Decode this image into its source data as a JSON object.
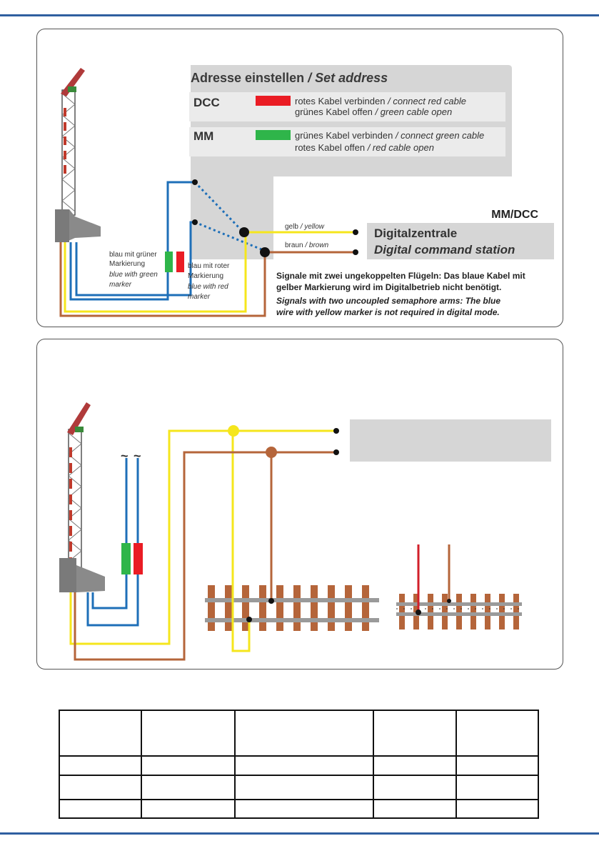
{
  "set_address": {
    "title": "Adresse einstellen",
    "title_en": "/ Set address",
    "dcc": {
      "label": "DCC",
      "line1": "rotes Kabel verbinden",
      "line1_en": "/ connect red cable",
      "line2": "grünes Kabel offen",
      "line2_en": "/ green cable open",
      "swatch_color": "#ea1c24"
    },
    "mm": {
      "label": "MM",
      "line1": "grünes Kabel verbinden",
      "line1_en": "/ connect green cable",
      "line2": "rotes Kabel offen",
      "line2_en": "/ red cable open",
      "swatch_color": "#2fb54a"
    }
  },
  "station": {
    "header": "MM/DCC",
    "name_de": "Digitalzentrale",
    "name_en": "Digital command station"
  },
  "wires": {
    "yellow_de": "gelb",
    "yellow_en": "/ yellow",
    "brown_de": "braun",
    "brown_en": "/ brown",
    "green_marker": [
      "blau mit grüner",
      "Markierung",
      "blue with green",
      "marker"
    ],
    "red_marker": [
      "blau mit roter",
      "Markierung",
      "blue with red",
      "marker"
    ]
  },
  "note": {
    "de_1": "Signale mit zwei ungekoppelten Flügeln: Das blaue Kabel mit",
    "de_2": "gelber Markierung wird im Digitalbetrieb nicht benötigt.",
    "en_1": "Signals with two uncoupled semaphore arms: The blue",
    "en_2": "wire with yellow marker is not required in digital mode."
  },
  "analog": {
    "ac_symbol_1": "~",
    "ac_symbol_2": "~"
  },
  "colors": {
    "blue_wire": "#1e6fb8",
    "yellow_wire": "#f5e61c",
    "brown_wire": "#b5653a",
    "panel_gray": "#d6d6d6",
    "rule_blue": "#2f5fa0"
  }
}
